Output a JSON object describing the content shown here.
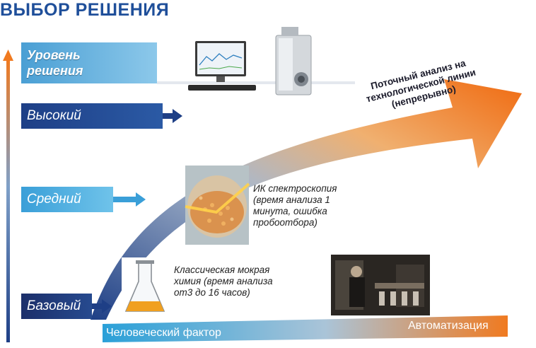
{
  "title": "ВЫБОР РЕШЕНИЯ",
  "levels": {
    "header_line1": "Уровень",
    "header_line2": "решения",
    "high": "Высокий",
    "medium": "Средний",
    "base": "Базовый"
  },
  "arrow_text": {
    "line1": "Поточный анализ на",
    "line2": "технологической линии",
    "line3": "(непрерывно)"
  },
  "ir_note": {
    "line1": "ИК спектроскопия",
    "line2": "(время анализа 1",
    "line3": "минута, ошибка",
    "line4": "пробоотбора)"
  },
  "wet_note": {
    "line1": "Классическая мокрая",
    "line2": "химия (время анализа",
    "line3": "от3 до 16 часов)"
  },
  "axis": {
    "human_factor": "Человеческий фактор",
    "automation": "Автоматизация"
  },
  "colors": {
    "title_blue": "#1f4f9a",
    "dark_blue": "#1e3f86",
    "light_blue": "#3a9fd8",
    "orange": "#f07a20"
  },
  "icons": {
    "pc": "desktop-computer-icon",
    "analyzer": "inline-analyzer-icon",
    "flask": "erlenmeyer-flask-icon"
  }
}
